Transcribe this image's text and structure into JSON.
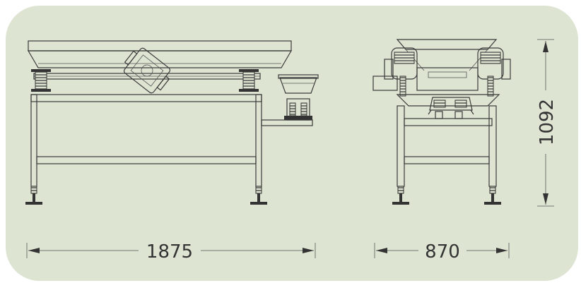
{
  "diagram": {
    "background_color": "#dde5d2",
    "line_color": "#3a3a3a",
    "dimensions": {
      "front_width": "1875",
      "side_width": "870",
      "height": "1092"
    }
  }
}
